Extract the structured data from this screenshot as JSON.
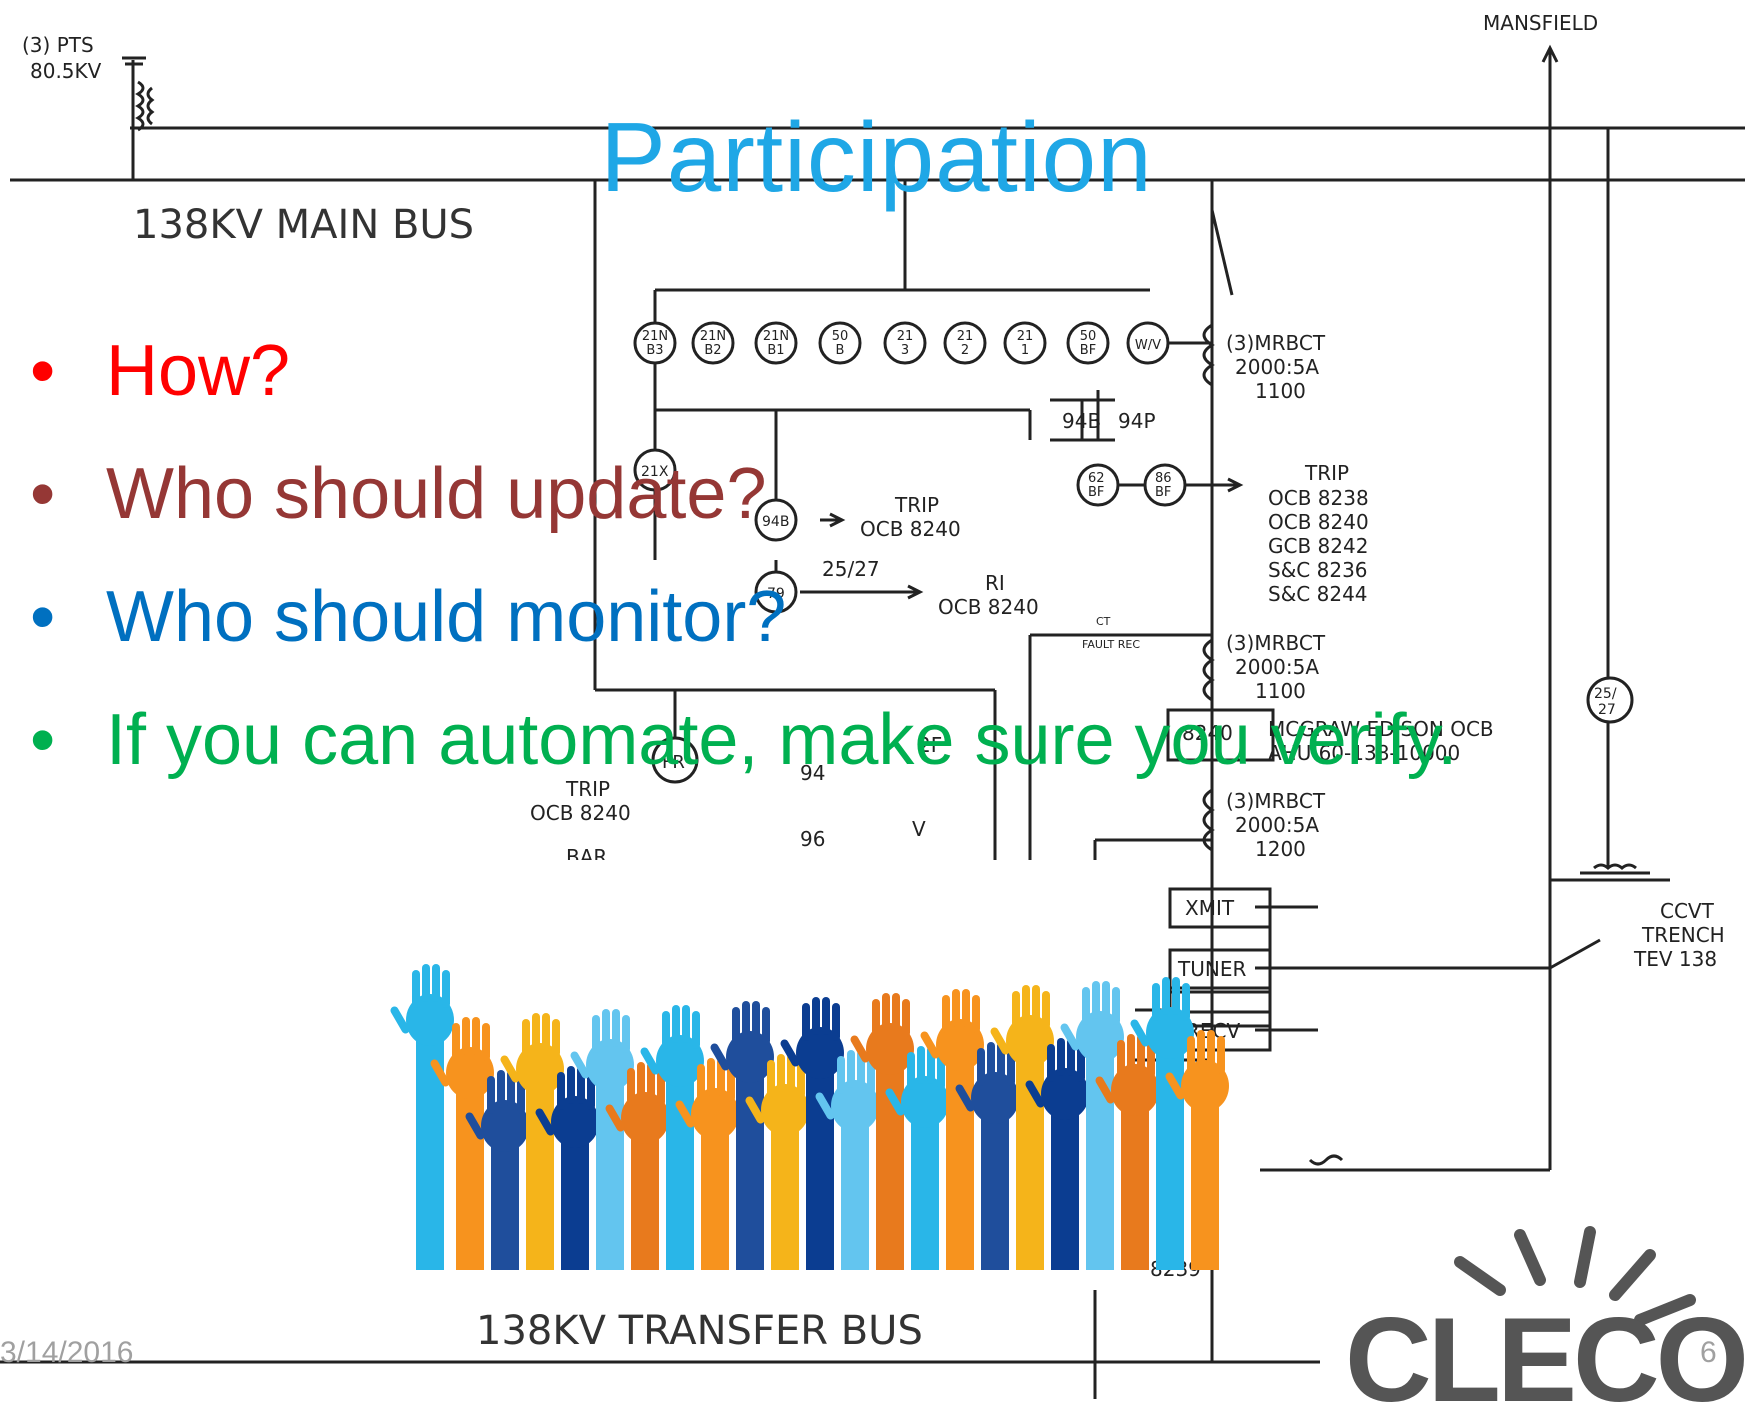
{
  "slide": {
    "title": "Participation",
    "bullets": [
      {
        "text": "How?",
        "color": "#ff0000"
      },
      {
        "text": "Who should update?",
        "color": "#953735"
      },
      {
        "text": "Who should monitor?",
        "color": "#0070c0"
      },
      {
        "text": "If you can automate, make sure you verify.",
        "color": "#00b050"
      }
    ],
    "footer": {
      "date": "3/14/2016",
      "page": "6"
    },
    "logo": {
      "text": "CLECO",
      "color": "#555555"
    }
  },
  "diagram": {
    "pts_label": "(3) PTS",
    "pts_voltage": "80.5KV",
    "main_bus": "138KV  MAIN  BUS",
    "transfer_bus": "138KV  TRANSFER  BUS",
    "mansfield": "MANSFIELD",
    "relays": [
      {
        "l1": "21N",
        "l2": "B3"
      },
      {
        "l1": "21N",
        "l2": "B2"
      },
      {
        "l1": "21N",
        "l2": "B1"
      },
      {
        "l1": "50",
        "l2": "B"
      },
      {
        "l1": "21",
        "l2": "3"
      },
      {
        "l1": "21",
        "l2": "2"
      },
      {
        "l1": "21",
        "l2": "1"
      },
      {
        "l1": "50",
        "l2": "BF"
      },
      {
        "l1": "W/V",
        "l2": ""
      }
    ],
    "mrbct": [
      {
        "l1": "(3)MRBCT",
        "l2": "2000:5A",
        "l3": "1100"
      },
      {
        "l1": "(3)MRBCT",
        "l2": "2000:5A",
        "l3": "1100"
      },
      {
        "l1": "(3)MRBCT",
        "l2": "2000:5A",
        "l3": "1200"
      }
    ],
    "c94b": "94B",
    "c94p": "94P",
    "r62": {
      "l1": "62",
      "l2": "BF"
    },
    "r86": {
      "l1": "86",
      "l2": "BF"
    },
    "trip_title": "TRIP",
    "trip_list": [
      "OCB  8238",
      "OCB  8240",
      "GCB  8242",
      "S&C  8236",
      "S&C  8244"
    ],
    "r21x": "21X",
    "r94b": "94B",
    "trip2": {
      "l1": "TRIP",
      "l2": "OCB  8240"
    },
    "r79": "79",
    "c2527": "25/27",
    "ri": {
      "l1": "RI",
      "l2": "OCB  8240"
    },
    "mcgraw": "MCGRAW  EDISON  OCB",
    "mcgraw_model": "AHU-60-138-10000",
    "breaker_num": "8240",
    "fr": "FR",
    "c94": "94",
    "c96": "96",
    "trip3": {
      "l1": "TRIP",
      "l2": "OCB  8240"
    },
    "bar": "BAR",
    "r2f": "2F",
    "v": "V",
    "r2527": {
      "l1": "25/",
      "l2": "27"
    },
    "xmit": "XMIT",
    "tuner": "TUNER",
    "recv": "RECV",
    "ccvt": [
      "CCVT",
      "TRENCH",
      "TEV  138"
    ],
    "bottom_num": "8239",
    "fault": "FAULT REC",
    "ct_label": "CT"
  }
}
